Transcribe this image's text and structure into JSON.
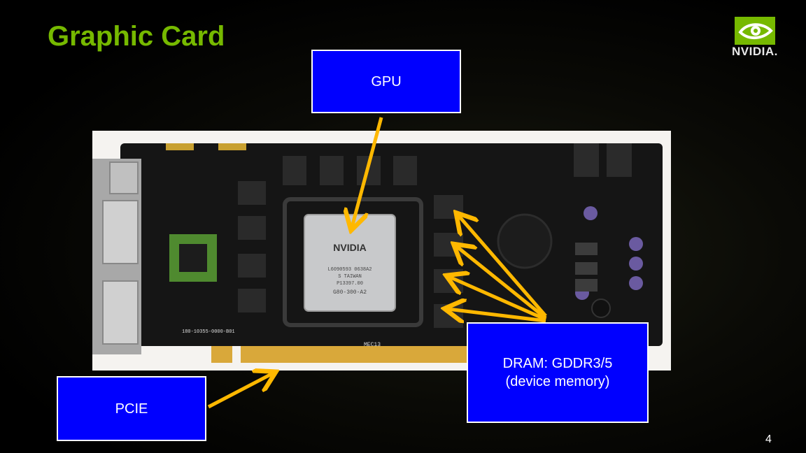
{
  "slide": {
    "title": "Graphic Card",
    "page_number": "4",
    "logo_text": "NVIDIA."
  },
  "photo": {
    "board_texts": {
      "gpu_brand": "NVIDIA",
      "gpu_line1": "L6090593 0638A2",
      "gpu_line2": "S TAIWAN",
      "gpu_line3": "P13397.00",
      "gpu_line4": "G80-300-A2",
      "pcb_code": "180-10355-0000-B01",
      "pcb_mark": "MEC13"
    }
  },
  "callouts": {
    "gpu": "GPU",
    "pcie": "PCIE",
    "dram": "DRAM: GDDR3/5\n(device memory)"
  },
  "colors": {
    "title": "#76b900",
    "callout_fill": "#0000ff",
    "arrow": "#ffb800",
    "pcb": "#151515",
    "photo_background": "#f5f3f0"
  }
}
